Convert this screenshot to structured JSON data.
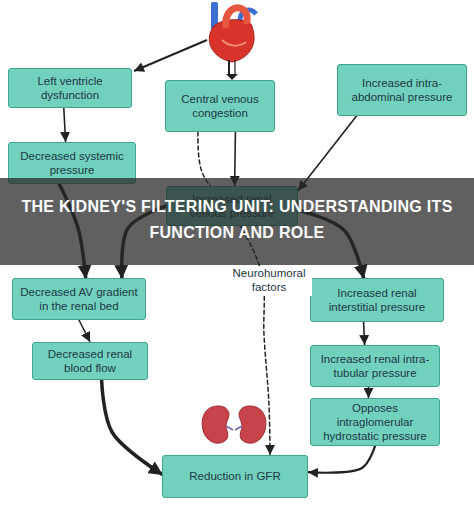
{
  "diagram": {
    "title": "THE KIDNEY'S FILTERING UNIT: UNDERSTANDING ITS FUNCTION AND ROLE",
    "nodes": [
      {
        "text": [
          "Left ventricle dysfunction"
        ]
      },
      {
        "text": [
          "Central venous congestion"
        ]
      },
      {
        "text": [
          "Increased intra-abdominal pressure"
        ]
      },
      {
        "text": [
          "Decreased systemic pressure"
        ]
      },
      {
        "text": [
          "Increased renal venous pressure"
        ]
      },
      {
        "text": [
          "Decreased AV gradient in the renal bed"
        ]
      },
      {
        "text": [
          "Increased renal interstitial pressure"
        ]
      },
      {
        "text": [
          "Decreased renal blood flow"
        ]
      },
      {
        "text": [
          "Increased renal intra-tubular pressure"
        ]
      },
      {
        "text": [
          "Opposes intraglomerular hydrostatic pressure"
        ]
      },
      {
        "text": [
          "Reduction in GFR"
        ]
      }
    ],
    "edges": [
      {
        "from": 0,
        "to": 3,
        "arrow": "to"
      },
      {
        "from": 1,
        "to": 4,
        "arrow": "to"
      },
      {
        "from": 2,
        "to": 4,
        "arrow": "to"
      },
      {
        "from": 1,
        "to": 10,
        "label": "Neurohumoral factors",
        "arrow": "to"
      },
      {
        "from": 3,
        "to": 5,
        "arrow": "to"
      },
      {
        "from": 4,
        "to": 5,
        "arrow": "to"
      },
      {
        "from": 4,
        "to": 6,
        "arrow": "to"
      },
      {
        "from": 5,
        "to": 7,
        "arrow": "to"
      },
      {
        "from": 6,
        "to": 8,
        "arrow": "to"
      },
      {
        "from": 8,
        "to": 9,
        "arrow": "to"
      },
      {
        "from": 7,
        "to": 10,
        "arrow": "to"
      },
      {
        "from": 9,
        "to": 10,
        "arrow": "to"
      }
    ]
  }
}
